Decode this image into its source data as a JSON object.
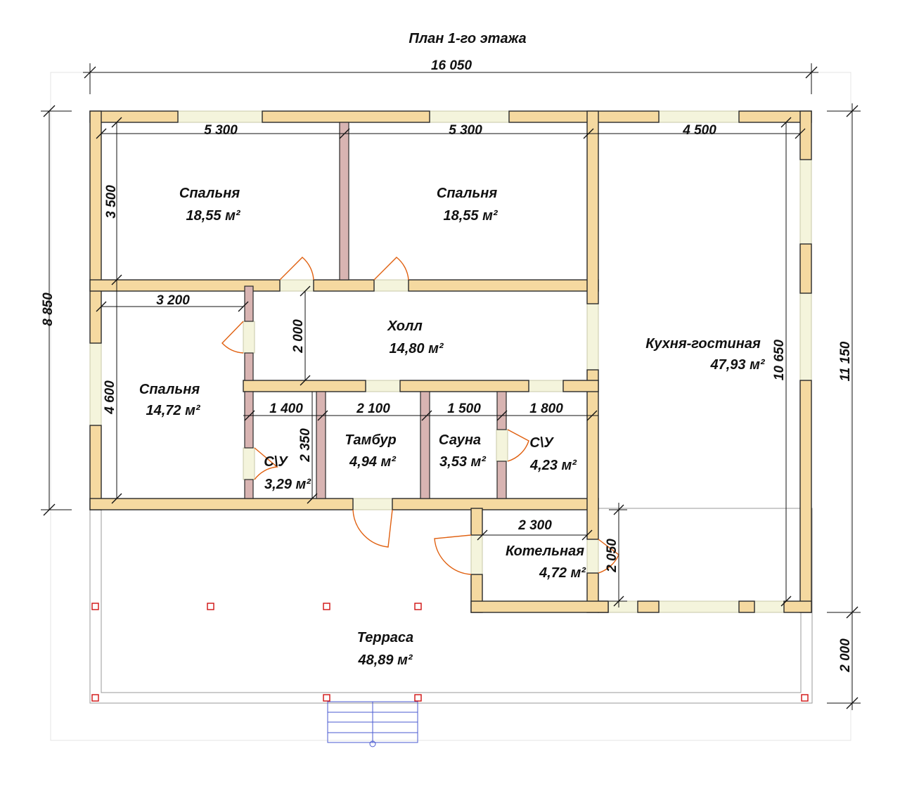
{
  "title": "План 1-го этажа",
  "dimensions": {
    "total_width": "16 050",
    "room1_width": "5 300",
    "room2_width": "5 300",
    "room3_width": "4 500",
    "left_depth": "8 850",
    "bedroom_depth": "3 500",
    "bedroom3_width": "3 200",
    "hall_depth": "2 000",
    "bedroom3_depth": "4 600",
    "bath1_width": "1 400",
    "tambur_width": "2 100",
    "sauna_width": "1 500",
    "bath2_width": "1 800",
    "bath_depth": "2 350",
    "boiler_width": "2 300",
    "boiler_depth": "2 050",
    "kitchen_depth": "10 650",
    "right_depth": "11 150",
    "terrace_depth": "2 000"
  },
  "rooms": {
    "bedroom1": {
      "name": "Спальня",
      "area": "18,55 м²"
    },
    "bedroom2": {
      "name": "Спальня",
      "area": "18,55 м²"
    },
    "bedroom3": {
      "name": "Спальня",
      "area": "14,72 м²"
    },
    "hall": {
      "name": "Холл",
      "area": "14,80 м²"
    },
    "kitchen": {
      "name": "Кухня-гостиная",
      "area": "47,93 м²"
    },
    "bath1": {
      "name": "С\\У",
      "area": "3,29 м²"
    },
    "tambur": {
      "name": "Тамбур",
      "area": "4,94 м²"
    },
    "sauna": {
      "name": "Сауна",
      "area": "3,53 м²"
    },
    "bath2": {
      "name": "С\\У",
      "area": "4,23 м²"
    },
    "boiler": {
      "name": "Котельная",
      "area": "4,72 м²"
    },
    "terrace": {
      "name": "Терраса",
      "area": "48,89 м²"
    }
  },
  "colors": {
    "wall": "#f5d9a0",
    "partition": "#d8b4b2",
    "window": "#f4f4dc",
    "door": "#e06010",
    "post": "#d01010",
    "stair": "#4a5ad0"
  }
}
